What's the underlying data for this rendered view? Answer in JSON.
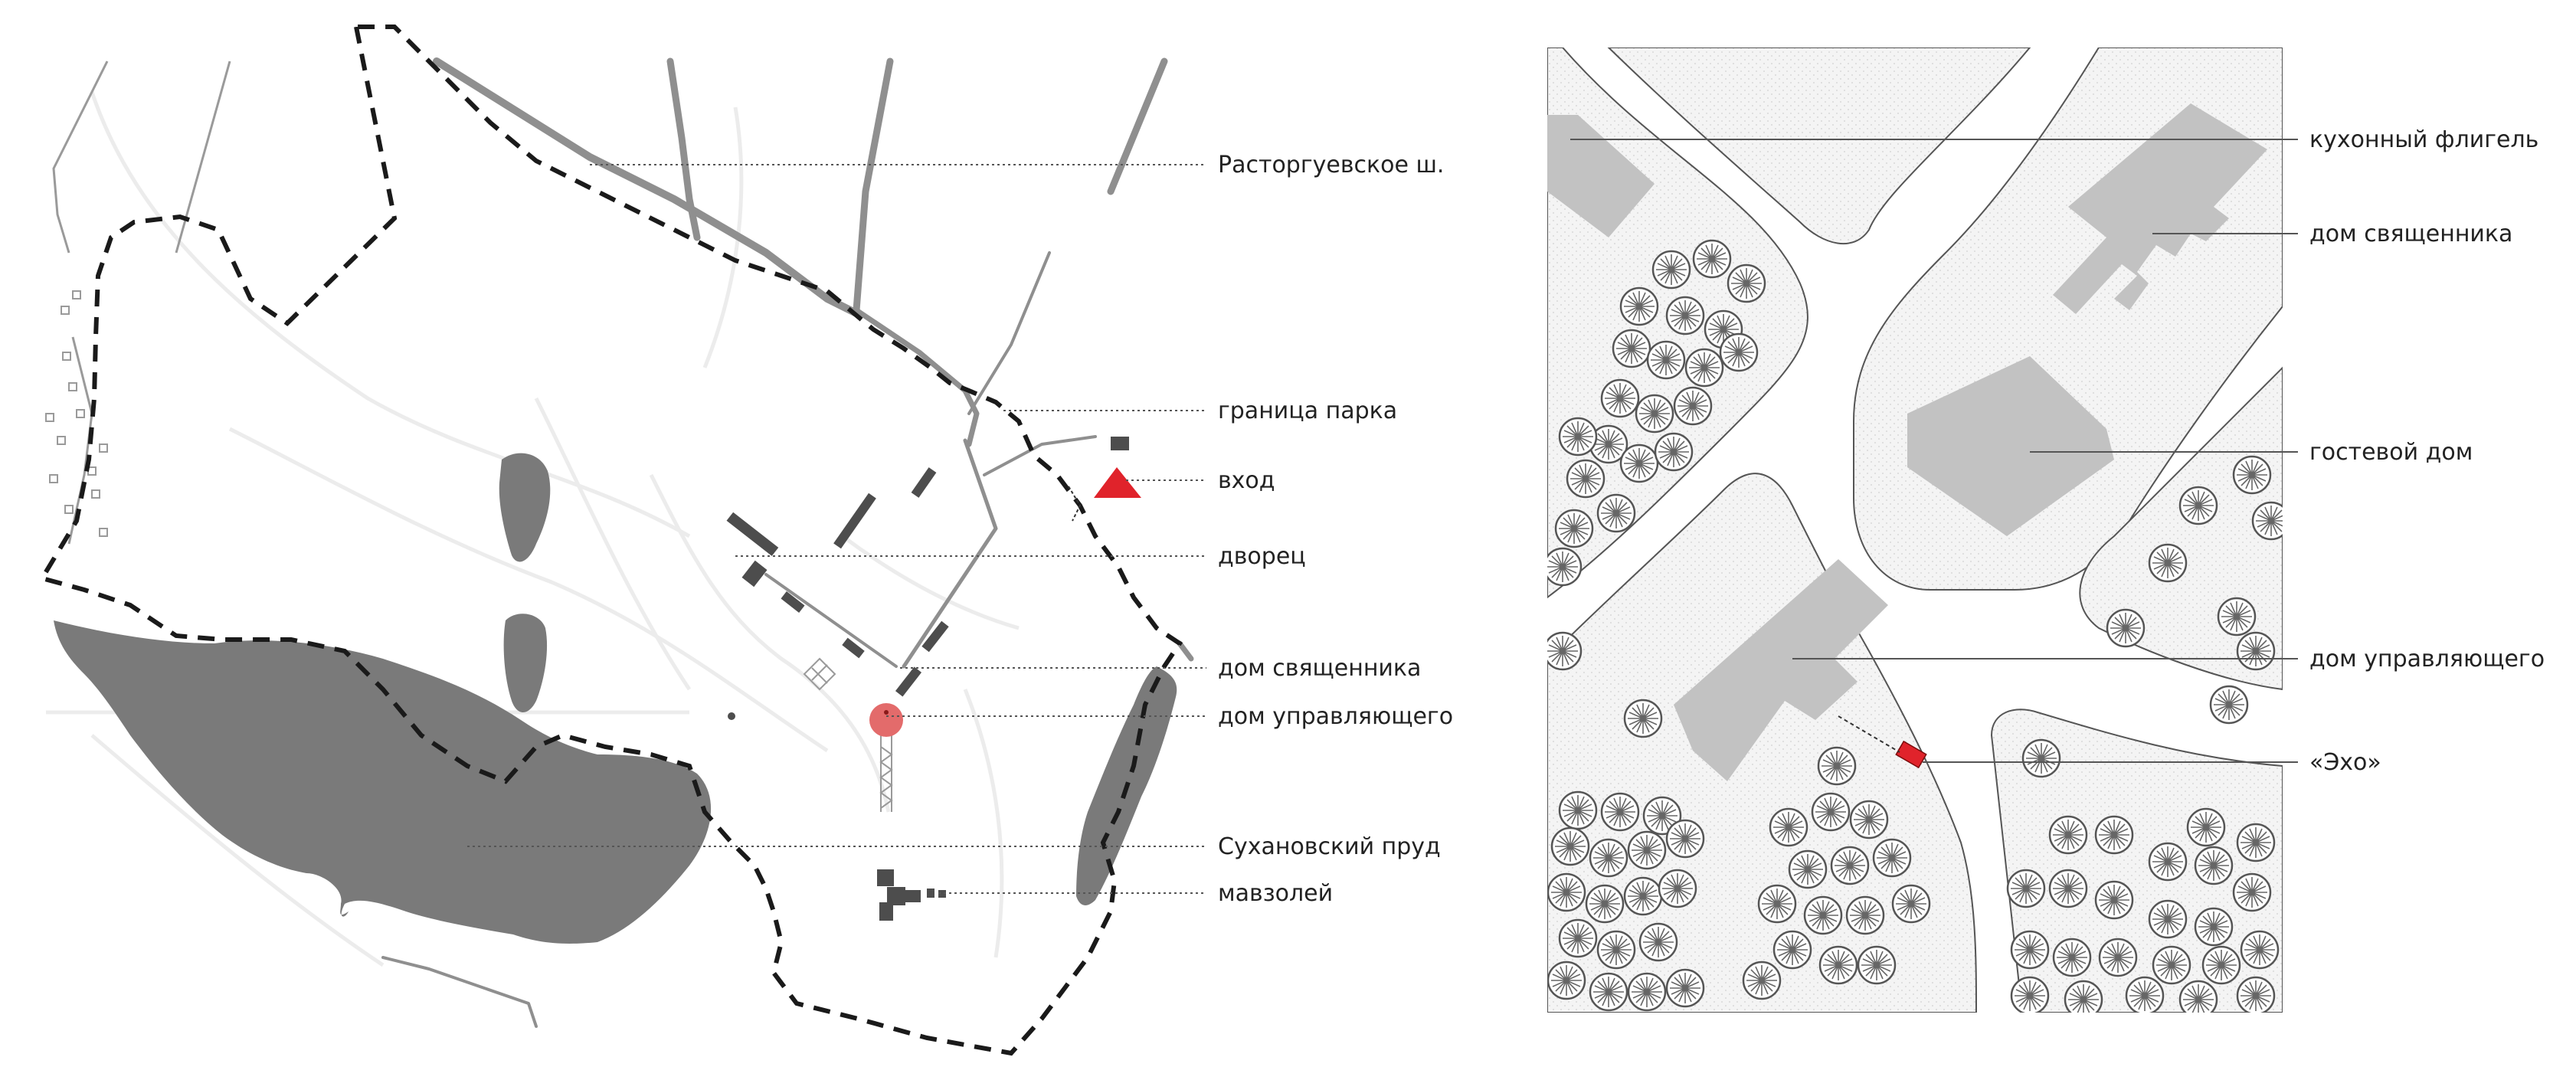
{
  "overview_map": {
    "labels": {
      "road": "Расторгуевское ш.",
      "park_boundary": "граница парка",
      "entrance": "вход",
      "palace": "дворец",
      "priest_house": "дом священника",
      "manager_house": "дом управляющего",
      "pond": "Сухановский пруд",
      "mausoleum": "мавзолей"
    }
  },
  "detail_plan": {
    "labels": {
      "kitchen_wing": "кухонный флигель",
      "priest_house": "дом священника",
      "guest_house": "гостевой дом",
      "manager_house": "дом управляющего",
      "echo": "«Эхо»"
    }
  },
  "colors": {
    "water": "#7a7a7a",
    "building_dark": "#4d4d4d",
    "building_light": "#c2c2c2",
    "road": "#8f8f8f",
    "boundary": "#1a1a1a",
    "highlight": "#e0232b",
    "highlight_soft": "#e36b6b",
    "leader": "#555555"
  }
}
